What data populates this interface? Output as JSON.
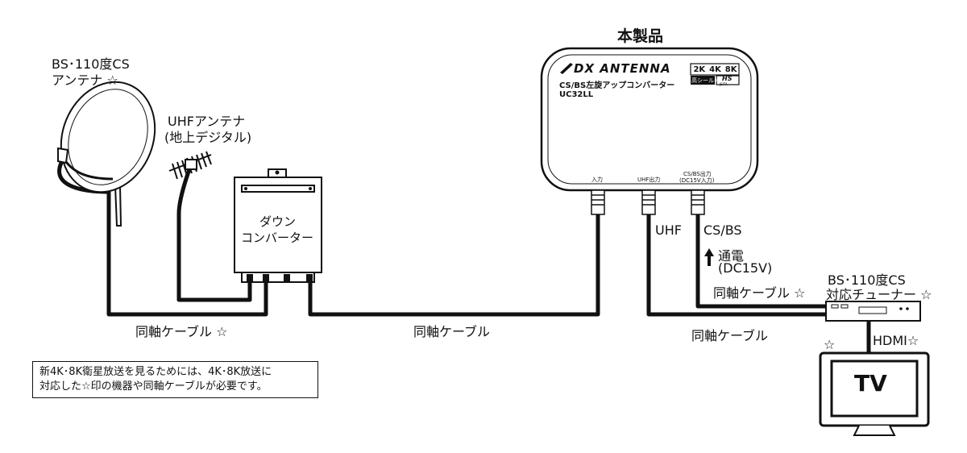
{
  "product": {
    "heading": "本製品",
    "brand": "DX ANTENNA",
    "name": "CS/BS左旋アップコンバーター",
    "model": "UC32LL",
    "badge_resolutions": [
      "2K",
      "4K",
      "8K"
    ],
    "badge_shield": "高シールド",
    "badge_hs": "HS",
    "badge_jeita": "JEITA",
    "port_in": "入力",
    "port_uhf": "UHF出力",
    "port_csbs_line1": "CS/BS出力",
    "port_csbs_line2": "(DC15V入力)"
  },
  "bs_antenna": {
    "line1": "BS･110度CS",
    "line2": "アンテナ ☆"
  },
  "uhf_antenna": {
    "line1": "UHFアンテナ",
    "line2": "(地上デジタル)"
  },
  "down_converter": {
    "line1": "ダウン",
    "line2": "コンバーター"
  },
  "signals": {
    "uhf": "UHF",
    "csbs": "CS/BS",
    "power_line1": "通電",
    "power_line2": "(DC15V)"
  },
  "cables": {
    "left": "同軸ケーブル ☆",
    "middle": "同軸ケーブル",
    "right_bottom": "同軸ケーブル",
    "right_top": "同軸ケーブル ☆",
    "hdmi": "HDMI☆"
  },
  "tuner": {
    "line1": "BS･110度CS",
    "line2": "対応チューナー ☆"
  },
  "tv": {
    "label": "TV",
    "star": "☆"
  },
  "notice": {
    "line1": "新4K･8K衛星放送を見るためには、4K･8K放送に",
    "line2": "対応した☆印の機器や同軸ケーブルが必要です。"
  },
  "colors": {
    "line": "#111111",
    "screen": "#ffffff"
  }
}
